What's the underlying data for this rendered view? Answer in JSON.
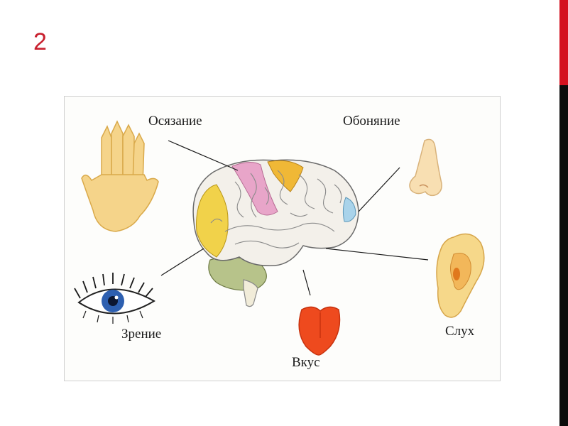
{
  "slide": {
    "number": "2"
  },
  "colors": {
    "slide_number": "#c8202e",
    "edge_bar_top": "#d4111f",
    "edge_bar_bottom": "#0b0b0b",
    "brain_base": "#f3f0ea",
    "touch_area": "#e8a5c9",
    "vision_area": "#f1d24a",
    "taste_area": "#f0b836",
    "smell_area": "#a9d3ea",
    "cerebellum": "#b7c38a",
    "skin_tone": "#f5d48a",
    "iris": "#2d5fb0",
    "tongue": "#ee4a1e"
  },
  "figure": {
    "labels": {
      "touch": "Осязание",
      "smell": "Обоняние",
      "vision": "Зрение",
      "taste": "Вкус",
      "hearing": "Слух"
    },
    "icons": {
      "hand": "hand-icon",
      "nose": "nose-icon",
      "eye": "eye-icon",
      "tongue": "tongue-icon",
      "ear": "ear-icon",
      "brain": "brain-icon"
    }
  }
}
